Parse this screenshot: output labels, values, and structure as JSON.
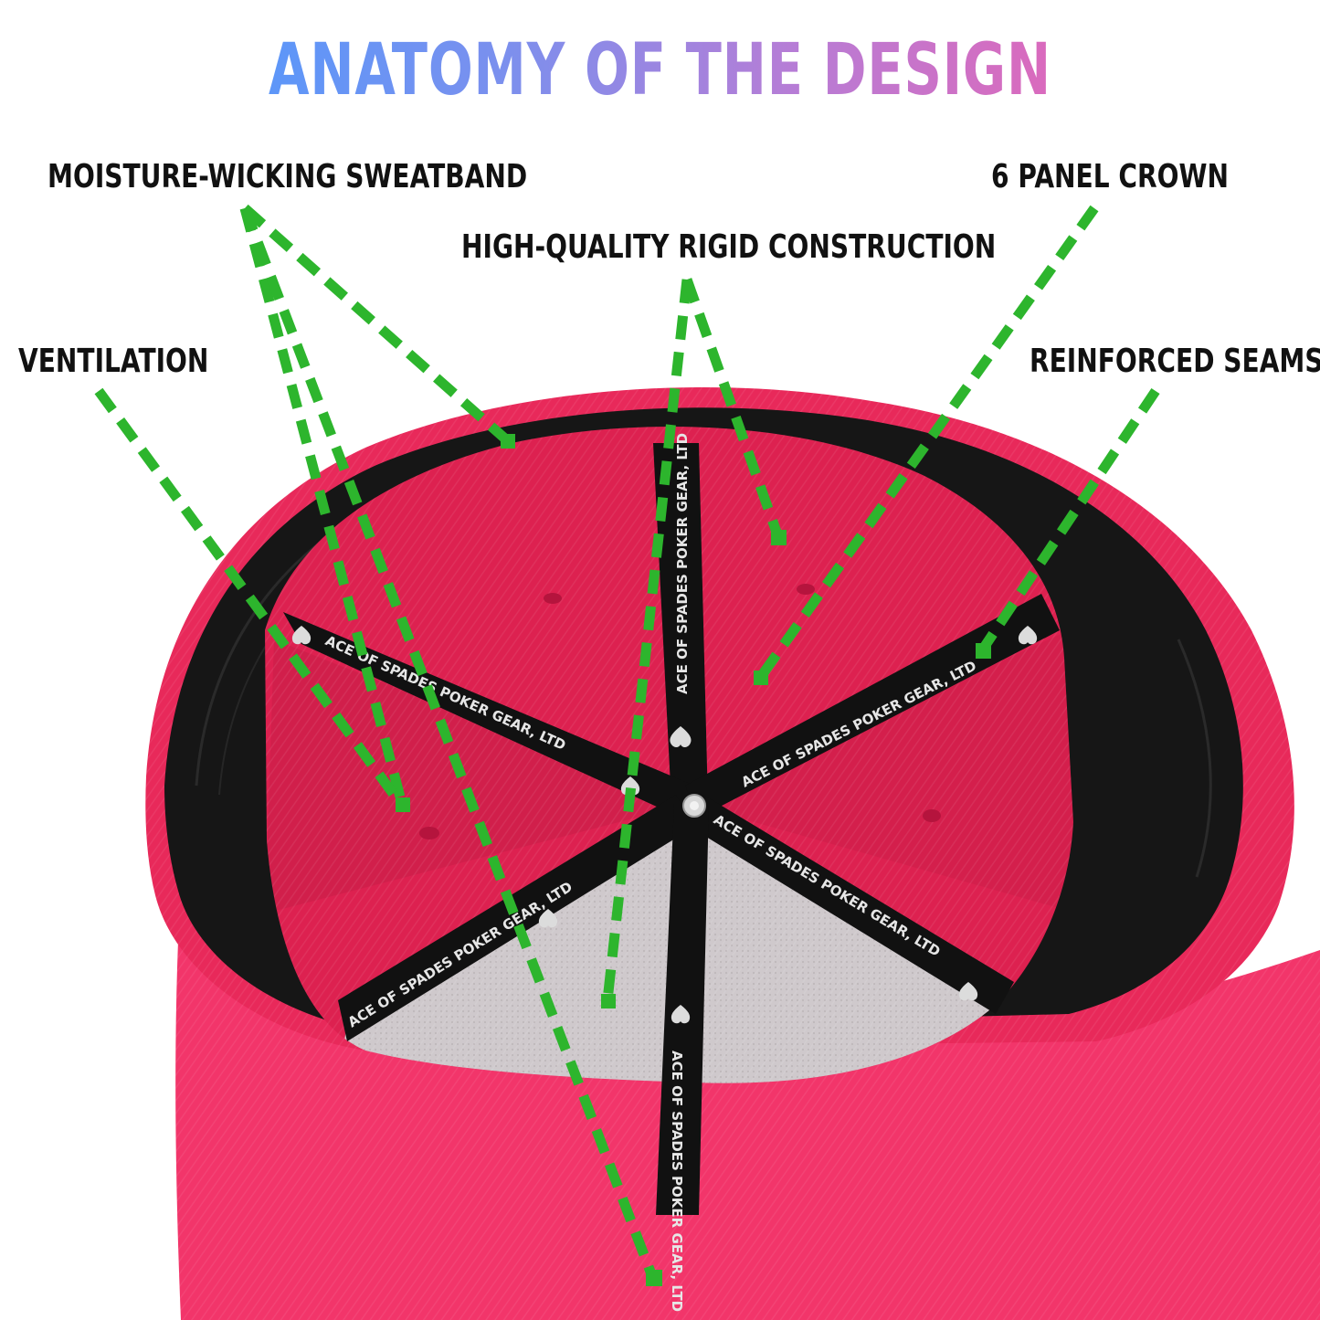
{
  "title": "ANATOMY OF THE DESIGN",
  "colors": {
    "title_gradient": [
      "#4a9bff",
      "#b67dd6",
      "#ef5fae"
    ],
    "callout_text": "#111111",
    "pointer_line": "#2db52d",
    "cap_pink": "#e8295a",
    "brim_pink": "#f2356a",
    "sweatband": "#161616",
    "mesh_grey": "#cfc9cc",
    "tape_text": "#e6e6e6"
  },
  "callouts": {
    "sweatband": "MOISTURE-WICKING SWEATBAND",
    "crown": "6 PANEL CROWN",
    "construction": "HIGH-QUALITY RIGID CONSTRUCTION",
    "ventilation": "VENTILATION",
    "seams": "REINFORCED SEAMS"
  },
  "tape": {
    "text_a": "ACE OF SPADES POKER GEAR, LTD",
    "text_b": "ACE OF SPADES POKER GEAR, LTD",
    "text_c": "ACE OF SPADES POKER GEAR, LTD",
    "text_d": "ACE OF SPADES POKER GEAR, LTD",
    "text_e": "ACE OF SPADES POKER GEAR, LTD",
    "text_f": "ACE OF SPADES POKER GEAR, LTD"
  },
  "icons": [
    "spade-logo-icon"
  ]
}
